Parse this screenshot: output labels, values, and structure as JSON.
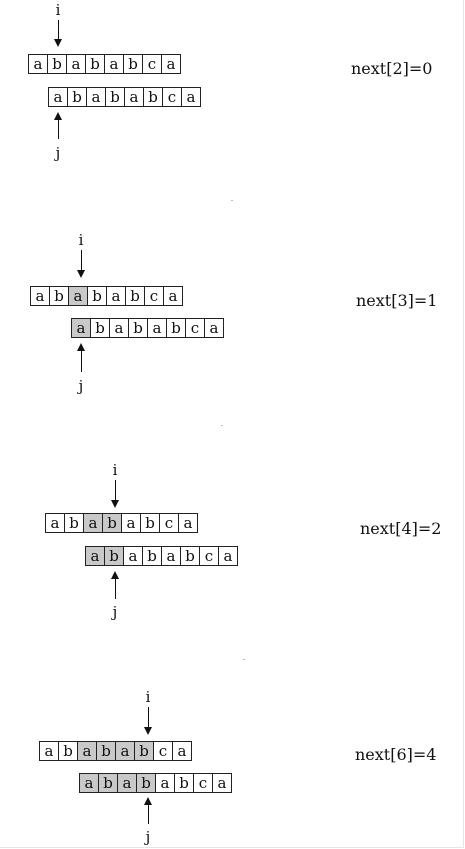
{
  "panels": [
    {
      "pointer_i": "i",
      "pointer_j": "j",
      "text_cells": [
        "a",
        "b",
        "a",
        "b",
        "a",
        "b",
        "c",
        "a"
      ],
      "pattern_cells": [
        "a",
        "b",
        "a",
        "b",
        "a",
        "b",
        "c",
        "a"
      ],
      "text_highlight": [],
      "pattern_highlight": [],
      "result": "next[2]=0"
    },
    {
      "pointer_i": "i",
      "pointer_j": "j",
      "text_cells": [
        "a",
        "b",
        "a",
        "b",
        "a",
        "b",
        "c",
        "a"
      ],
      "pattern_cells": [
        "a",
        "b",
        "a",
        "b",
        "a",
        "b",
        "c",
        "a"
      ],
      "text_highlight": [
        2
      ],
      "pattern_highlight": [
        0
      ],
      "result": "next[3]=1"
    },
    {
      "pointer_i": "i",
      "pointer_j": "j",
      "text_cells": [
        "a",
        "b",
        "a",
        "b",
        "a",
        "b",
        "c",
        "a"
      ],
      "pattern_cells": [
        "a",
        "b",
        "a",
        "b",
        "a",
        "b",
        "c",
        "a"
      ],
      "text_highlight": [
        2,
        3
      ],
      "pattern_highlight": [
        0,
        1
      ],
      "result": "next[4]=2"
    },
    {
      "pointer_i": "i",
      "pointer_j": "j",
      "text_cells": [
        "a",
        "b",
        "a",
        "b",
        "a",
        "b",
        "c",
        "a"
      ],
      "pattern_cells": [
        "a",
        "b",
        "a",
        "b",
        "a",
        "b",
        "c",
        "a"
      ],
      "text_highlight": [
        2,
        3,
        4,
        5
      ],
      "pattern_highlight": [
        0,
        1,
        2,
        3
      ],
      "result": "next[6]=4"
    }
  ]
}
